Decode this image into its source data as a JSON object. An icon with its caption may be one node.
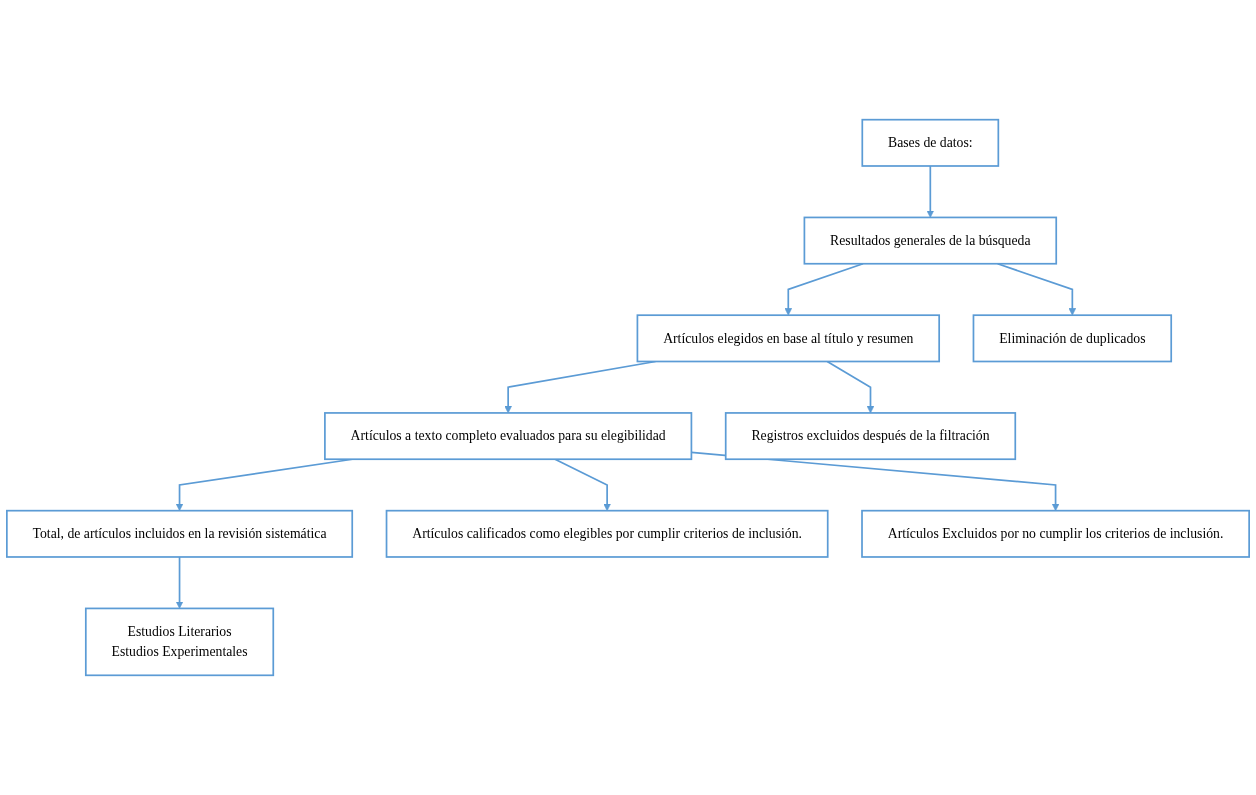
{
  "diagram": {
    "nodes": [
      {
        "text": [
          "Bases de datos:"
        ]
      },
      {
        "text": [
          "Resultados generales de la búsqueda"
        ]
      },
      {
        "text": [
          "Eliminación de duplicados"
        ]
      },
      {
        "text": [
          "Artículos elegidos en base al título y resumen"
        ]
      },
      {
        "text": [
          "Registros excluidos después de la filtración"
        ]
      },
      {
        "text": [
          "Artículos a texto completo evaluados para su elegibilidad"
        ]
      },
      {
        "text": [
          "Artículos calificados como elegibles por cumplir criterios de inclusión."
        ]
      },
      {
        "text": [
          "Artículos Excluidos por no cumplir los criterios de inclusión."
        ]
      },
      {
        "text": [
          "Total, de artículos incluidos en la revisión sistemática"
        ]
      },
      {
        "text": [
          "Estudios Literarios",
          "Estudios Experimentales"
        ]
      }
    ],
    "edges": [
      {
        "from": 0,
        "to": 1,
        "arrow": "to"
      },
      {
        "from": 1,
        "to": 2,
        "arrow": "to"
      },
      {
        "from": 1,
        "to": 3,
        "arrow": "to"
      },
      {
        "from": 3,
        "to": 4,
        "arrow": "to"
      },
      {
        "from": 3,
        "to": 5,
        "arrow": "to"
      },
      {
        "from": 5,
        "to": 6,
        "arrow": "to"
      },
      {
        "from": 5,
        "to": 7,
        "arrow": "to"
      },
      {
        "from": 5,
        "to": 8,
        "arrow": "to"
      },
      {
        "from": 8,
        "to": 9,
        "arrow": "to"
      }
    ]
  }
}
